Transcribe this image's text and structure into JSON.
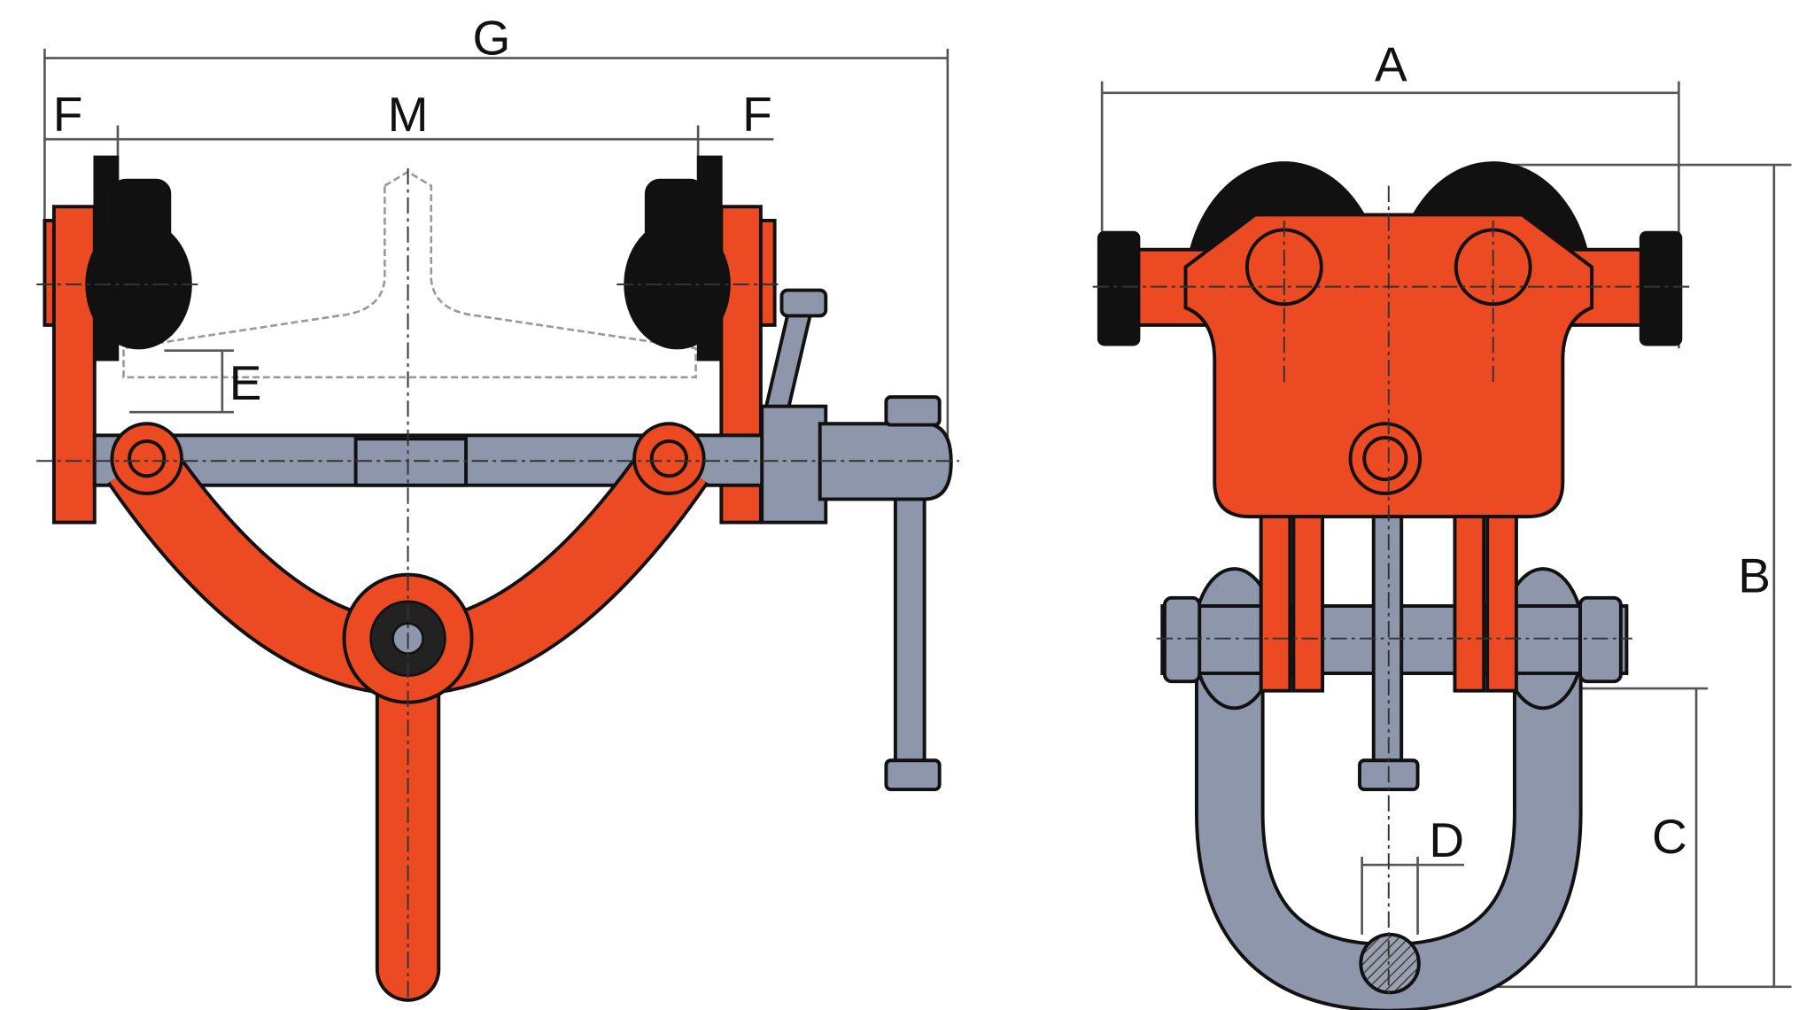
{
  "labels": {
    "G": "G",
    "F_left": "F",
    "M": "M",
    "F_right": "F",
    "E": "E",
    "A": "A",
    "B": "B",
    "C": "C",
    "D": "D"
  },
  "colors": {
    "body": "#ec4a23",
    "steel": "#8e96ab",
    "wheel": "#111111",
    "dimension": "#555555"
  }
}
